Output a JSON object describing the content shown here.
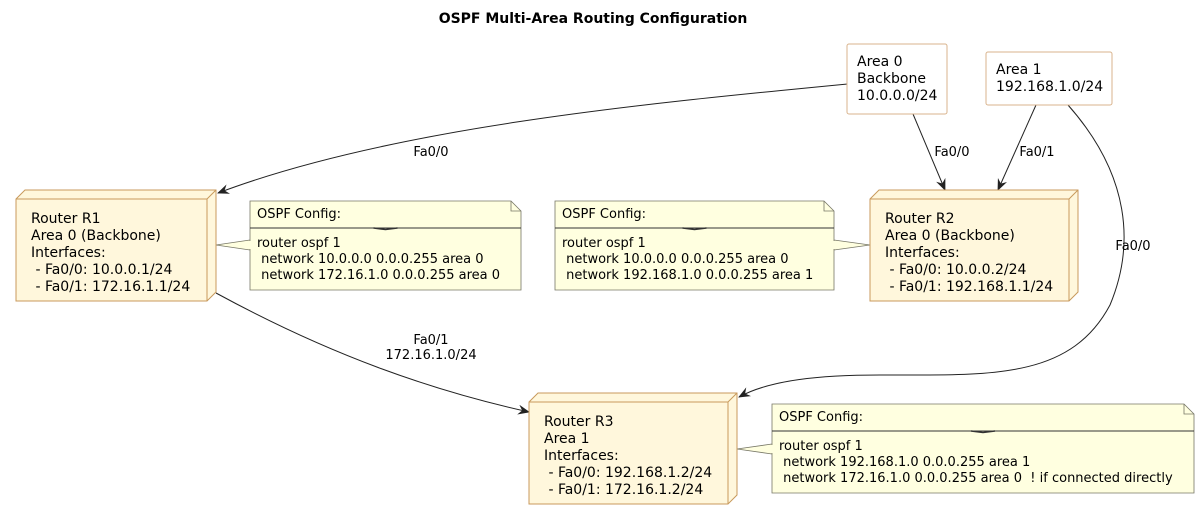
{
  "title": "OSPF Multi-Area Routing Configuration",
  "colors": {
    "node_fill": "#fff7dc",
    "node_stroke": "#c89a5c",
    "note_fill": "#ffffe0",
    "note_stroke": "#777766",
    "area_stroke": "#d9b38c",
    "edge": "#222222"
  },
  "areas": [
    {
      "id": "area0",
      "lines": [
        "Area 0",
        "Backbone",
        "10.0.0.0/24"
      ]
    },
    {
      "id": "area1",
      "lines": [
        "Area 1",
        "192.168.1.0/24"
      ]
    }
  ],
  "routers": [
    {
      "id": "r1",
      "lines": [
        "Router R1",
        "Area 0 (Backbone)",
        "Interfaces:",
        " - Fa0/0: 10.0.0.1/24",
        " - Fa0/1: 172.16.1.1/24"
      ]
    },
    {
      "id": "r2",
      "lines": [
        "Router R2",
        "Area 0 (Backbone)",
        "Interfaces:",
        " - Fa0/0: 10.0.0.2/24",
        " - Fa0/1: 192.168.1.1/24"
      ]
    },
    {
      "id": "r3",
      "lines": [
        "Router R3",
        "Area 1",
        "Interfaces:",
        " - Fa0/0: 192.168.1.2/24",
        " - Fa0/1: 172.16.1.2/24"
      ]
    }
  ],
  "notes": [
    {
      "id": "note-r1",
      "header": "OSPF Config:",
      "lines": [
        "router ospf 1",
        " network 10.0.0.0 0.0.0.255 area 0",
        " network 172.16.1.0 0.0.0.255 area 0"
      ]
    },
    {
      "id": "note-r2",
      "header": "OSPF Config:",
      "lines": [
        "router ospf 1",
        " network 10.0.0.0 0.0.0.255 area 0",
        " network 192.168.1.0 0.0.0.255 area 1"
      ]
    },
    {
      "id": "note-r3",
      "header": "OSPF Config:",
      "lines": [
        "router ospf 1",
        " network 192.168.1.0 0.0.0.255 area 1",
        " network 172.16.1.0 0.0.0.255 area 0  ! if connected directly"
      ]
    }
  ],
  "edges": [
    {
      "id": "area0-r1",
      "from": "area0",
      "to": "r1",
      "label": [
        "Fa0/0"
      ]
    },
    {
      "id": "area0-r2",
      "from": "area0",
      "to": "r2",
      "label": [
        "Fa0/0"
      ]
    },
    {
      "id": "area1-r2",
      "from": "area1",
      "to": "r2",
      "label": [
        "Fa0/1"
      ]
    },
    {
      "id": "area1-r3",
      "from": "area1",
      "to": "r3",
      "label": [
        "Fa0/0"
      ]
    },
    {
      "id": "r1-r3",
      "from": "r1",
      "to": "r3",
      "label": [
        "Fa0/1",
        "172.16.1.0/24"
      ]
    }
  ]
}
